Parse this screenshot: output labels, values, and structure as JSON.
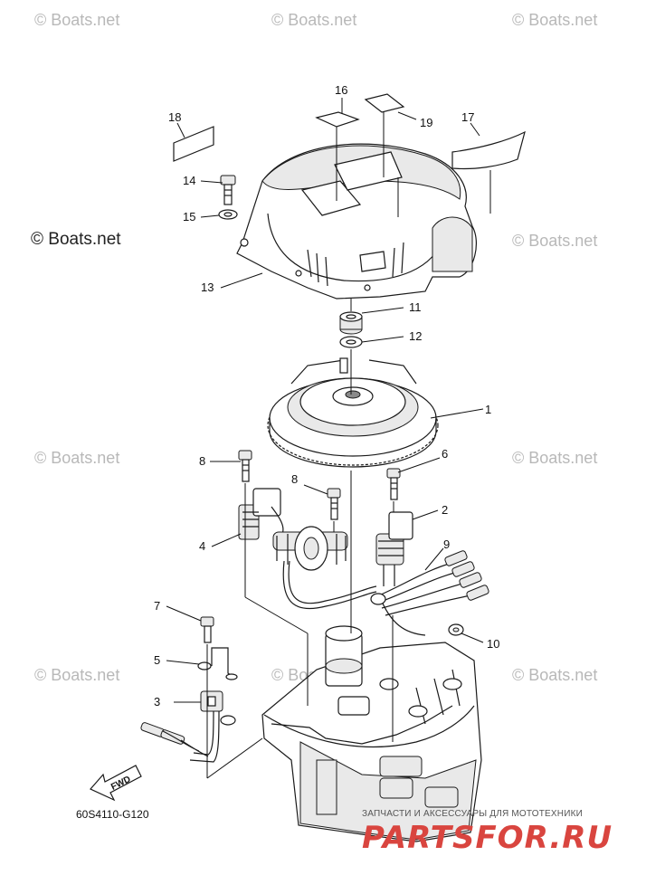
{
  "watermark": "© Boats.net",
  "logo_text": "© Boats.net",
  "diagram_code": "60S4110-G120",
  "fwd_label": "FWD",
  "shop_note": "ЗАПЧАСТИ И АКСЕССУАРЫ ДЛЯ МОТОТЕХНИКИ",
  "shop_brand": "PARTSFOR.RU",
  "callouts": [
    {
      "id": "c1",
      "label": "1"
    },
    {
      "id": "c2",
      "label": "2"
    },
    {
      "id": "c3",
      "label": "3"
    },
    {
      "id": "c4",
      "label": "4"
    },
    {
      "id": "c5",
      "label": "5"
    },
    {
      "id": "c6",
      "label": "6"
    },
    {
      "id": "c7",
      "label": "7"
    },
    {
      "id": "c8a",
      "label": "8"
    },
    {
      "id": "c8b",
      "label": "8"
    },
    {
      "id": "c9",
      "label": "9"
    },
    {
      "id": "c10",
      "label": "10"
    },
    {
      "id": "c11",
      "label": "11"
    },
    {
      "id": "c12",
      "label": "12"
    },
    {
      "id": "c13",
      "label": "13"
    },
    {
      "id": "c14",
      "label": "14"
    },
    {
      "id": "c15",
      "label": "15"
    },
    {
      "id": "c16",
      "label": "16"
    },
    {
      "id": "c17",
      "label": "17"
    },
    {
      "id": "c18",
      "label": "18"
    },
    {
      "id": "c19",
      "label": "19"
    }
  ]
}
